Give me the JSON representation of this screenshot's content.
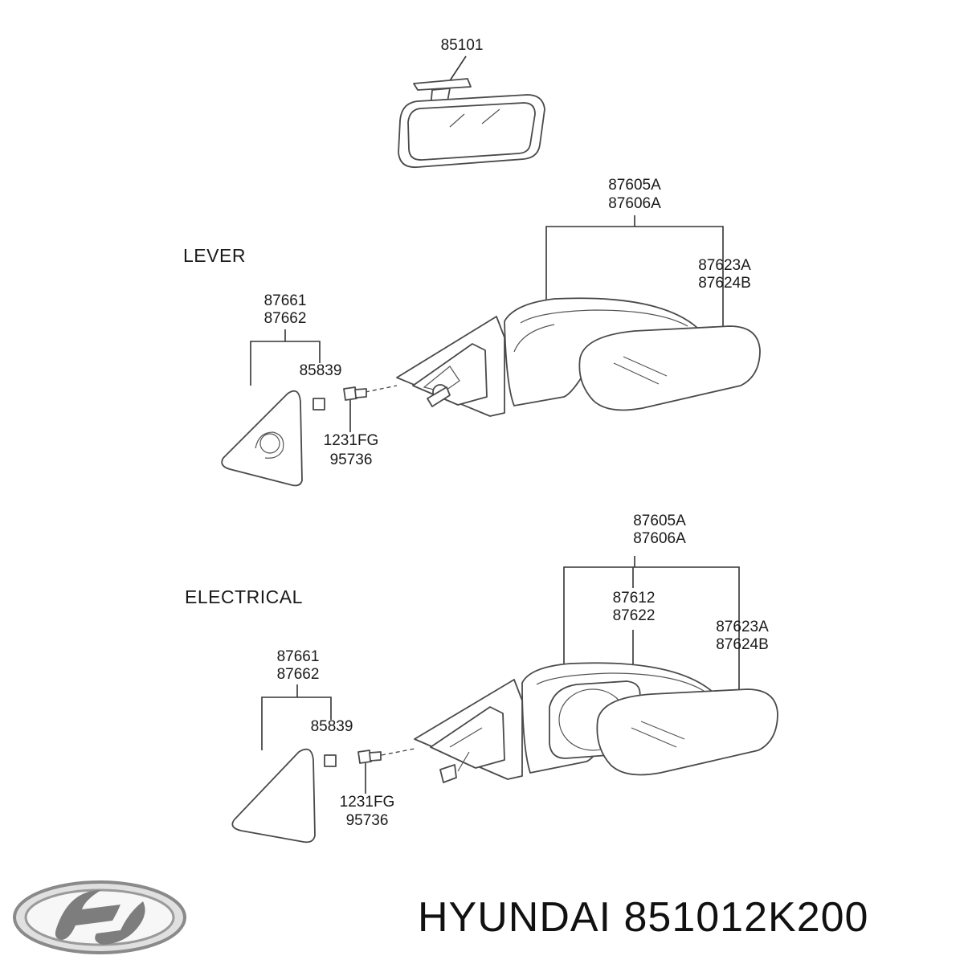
{
  "rear_mirror": {
    "part_no": "85101"
  },
  "lever": {
    "section_label": "LEVER",
    "housing_labels": [
      "87605A",
      "87606A"
    ],
    "glass_labels": [
      "87623A",
      "87624B"
    ],
    "cover_labels": [
      "87661",
      "87662"
    ],
    "clip_label": "85839",
    "screw_labels": [
      "1231FG",
      "95736"
    ]
  },
  "electrical": {
    "section_label": "ELECTRICAL",
    "housing_labels": [
      "87605A",
      "87606A"
    ],
    "actuator_labels": [
      "87612",
      "87622"
    ],
    "glass_labels": [
      "87623A",
      "87624B"
    ],
    "cover_labels": [
      "87661",
      "87662"
    ],
    "clip_label": "85839",
    "screw_labels": [
      "1231FG",
      "95736"
    ]
  },
  "footer": {
    "brand": "HYUNDAI",
    "part_number": "851012K200"
  }
}
